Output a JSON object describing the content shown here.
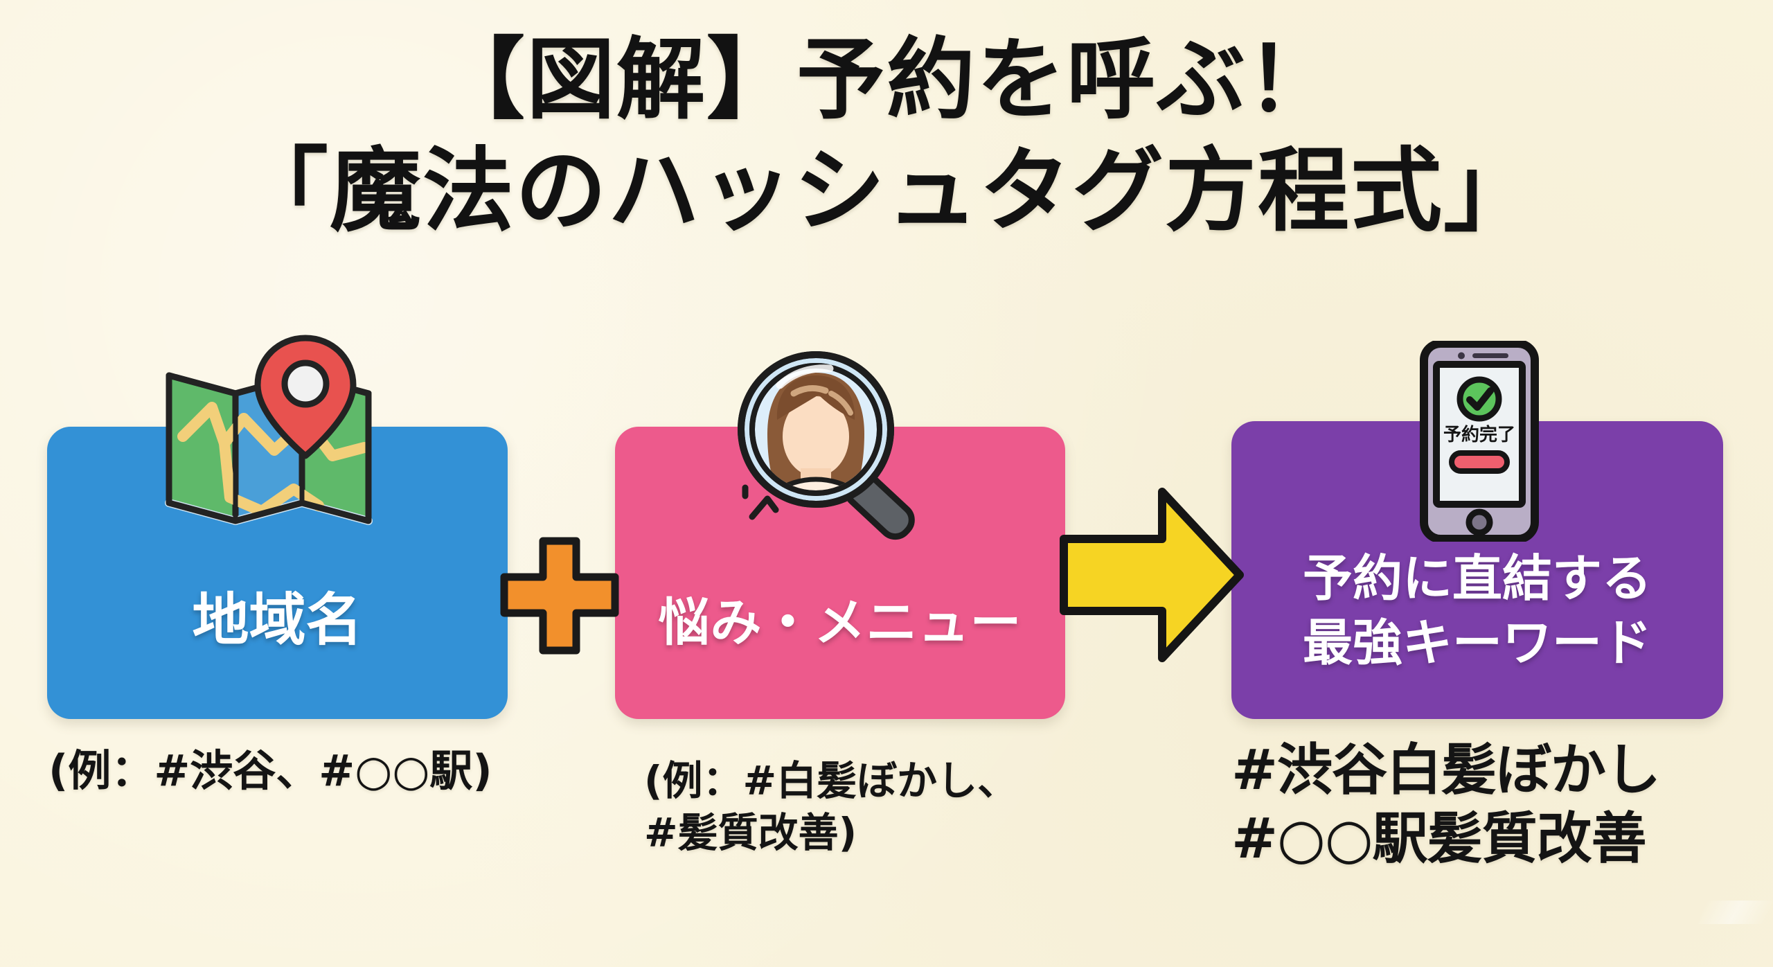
{
  "page": {
    "background_color": "#faf4de",
    "title_line_1": "【図解】予約を呼ぶ！",
    "title_line_2": "「魔法のハッシュタグ方程式」"
  },
  "colors": {
    "background": "#faf4de",
    "blue_box": "#3391d6",
    "pink_box": "#ed5a8c",
    "purple_box": "#7b3fa9",
    "plus_orange": "#f2902c",
    "arrow_yellow": "#f6d423",
    "outline_black": "#1a1a1a",
    "text_dark": "#141414",
    "text_light": "#ffffff",
    "check_green": "#5cc45c",
    "phone_button_red": "#ef5f6e",
    "map_green": "#5fb96a",
    "map_blue": "#4a9fd8",
    "map_road": "#f2cf7a",
    "pin_red": "#e8524f"
  },
  "equation": {
    "term1": {
      "label": "地域名",
      "caption": "(例：#渋谷、#○○駅)",
      "icon": "folded-map-pin-icon",
      "color": "#3391d6"
    },
    "operator1": {
      "symbol": "+",
      "icon": "plus-icon",
      "color": "#f2902c"
    },
    "term2": {
      "label": "悩み・メニュー",
      "caption_line_1": "(例：#白髪ぼかし、",
      "caption_line_2": "#髪質改善)",
      "caption": "(例：#白髪ぼかし、\n#髪質改善)",
      "icon": "magnifier-person-icon",
      "color": "#ed5a8c"
    },
    "operator2": {
      "symbol": "→",
      "icon": "right-arrow-icon",
      "color": "#f6d423"
    },
    "result": {
      "label_line_1": "予約に直結する",
      "label_line_2": "最強キーワード",
      "label": "予約に直結する\n最強キーワード",
      "caption_line_1": "#渋谷白髪ぼかし",
      "caption_line_2": "#○○駅髪質改善",
      "caption": "#渋谷白髪ぼかし\n#○○駅髪質改善",
      "icon": "smartphone-booking-complete-icon",
      "color": "#7b3fa9"
    }
  },
  "phone_screen": {
    "status_text": "予約完了",
    "check_icon": "check-circle-icon",
    "button_color": "#ef5f6e"
  }
}
